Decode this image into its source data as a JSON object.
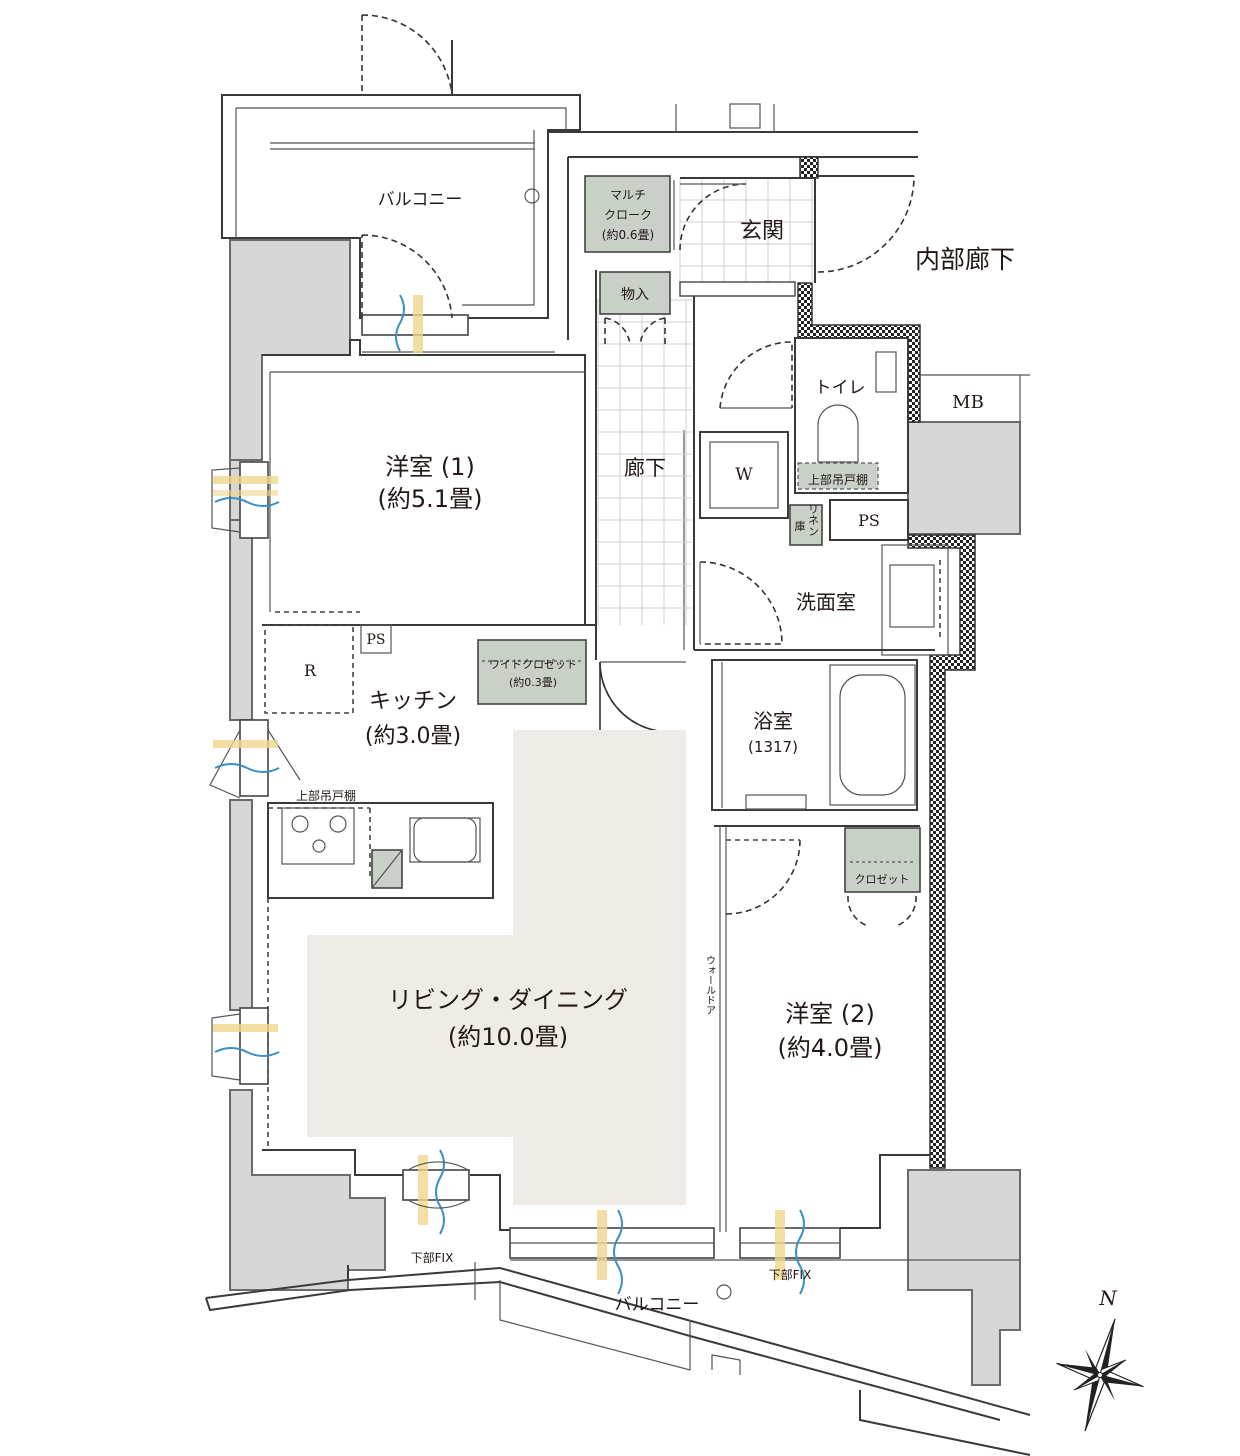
{
  "rooms": {
    "balcony_top": "バルコニー",
    "multi_cloak_1": "マルチ",
    "multi_cloak_2": "クローク",
    "multi_cloak_3": "(約0.6畳)",
    "entrance": "玄関",
    "inner_corridor": "内部廊下",
    "storage": "物入",
    "toilet": "トイレ",
    "mb": "MB",
    "western1_name": "洋室 (1)",
    "western1_size": "(約5.1畳)",
    "hallway": "廊下",
    "washer": "W",
    "upper_cabinet_toilet": "上部吊戸棚",
    "linen_1": "リネン",
    "linen_2": "庫",
    "ps_right": "PS",
    "washroom": "洗面室",
    "ps_kitchen": "PS",
    "fridge": "R",
    "wide_closet_1": "ワイドクロゼット",
    "wide_closet_2": "(約0.3畳)",
    "kitchen_name": "キッチン",
    "kitchen_size": "(約3.0畳)",
    "bath_name": "浴室",
    "bath_size": "(1317)",
    "upper_cabinet_kitchen": "上部吊戸棚",
    "closet": "クロゼット",
    "walldoor": "ウォールドア",
    "living_name": "リビング・ダイニング",
    "living_size": "(約10.0畳)",
    "western2_name": "洋室 (2)",
    "western2_size": "(約4.0畳)",
    "fix_left": "下部FIX",
    "fix_right": "下部FIX",
    "balcony_bottom": "バルコニー"
  },
  "compass": {
    "label": "N"
  },
  "colors": {
    "wall": "#d7d7d7",
    "living_floor": "#efebe6",
    "storage_fill": "#c8d0c8",
    "window_accent_yellow": "#f0d78c",
    "window_accent_blue": "#3a8fc4"
  }
}
